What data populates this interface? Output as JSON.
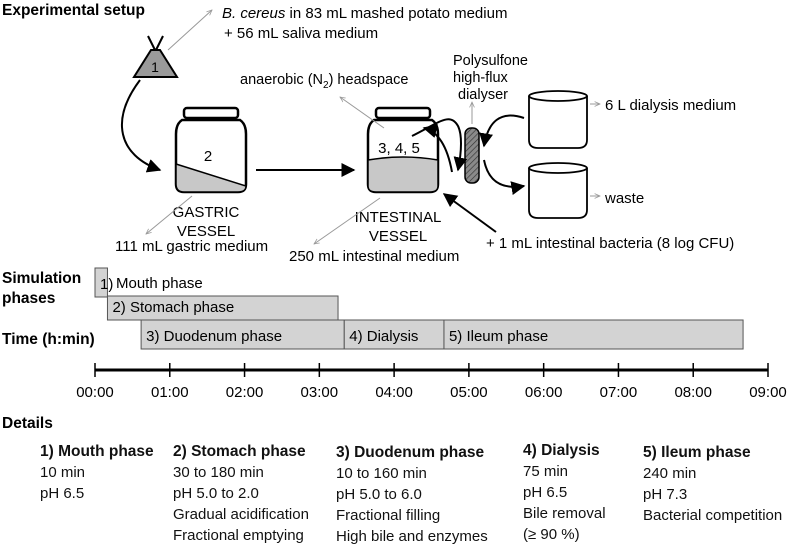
{
  "headings": {
    "setup": "Experimental setup",
    "simulation_phases_line1": "Simulation",
    "simulation_phases_line2": "phases",
    "time": "Time (h:min)",
    "details": "Details"
  },
  "setup": {
    "bacteria_line1_species": "B. cereus",
    "bacteria_line1_rest": " in 83 mL mashed potato medium",
    "bacteria_line2": "+ 56 mL saliva medium",
    "funnel_number": "1",
    "gastric_number": "2",
    "gastric_label_line1": "GASTRIC",
    "gastric_label_line2": "VESSEL",
    "gastric_medium": "111 mL gastric medium",
    "intestinal_number": "3, 4, 5",
    "intestinal_label_line1": "INTESTINAL",
    "intestinal_label_line2": "VESSEL",
    "intestinal_medium": "250 mL intestinal medium",
    "headspace_prefix": "anaerobic (N",
    "headspace_sub": "2",
    "headspace_suffix": ") headspace",
    "dialyser_line1": "Polysulfone",
    "dialyser_line2": "high-flux",
    "dialyser_line3": "dialyser",
    "dialysis_medium": "6 L dialysis medium",
    "waste": "waste",
    "intestinal_bacteria": "+ 1 mL intestinal bacteria (8 log CFU)"
  },
  "phases": [
    {
      "label": "1)",
      "start_min": 0,
      "end_min": 10
    },
    {
      "label": "2) Stomach phase",
      "start_min": 10,
      "end_min": 195
    },
    {
      "label": "3) Duodenum phase",
      "start_min": 37,
      "end_min": 200
    },
    {
      "label": "4) Dialysis",
      "start_min": 200,
      "end_min": 280
    },
    {
      "label": "5) Ileum phase",
      "start_min": 280,
      "end_min": 520
    }
  ],
  "mouth_phase_label": "Mouth phase",
  "time_ticks": [
    "00:00",
    "01:00",
    "02:00",
    "03:00",
    "04:00",
    "05:00",
    "06:00",
    "07:00",
    "08:00",
    "09:00"
  ],
  "details": [
    {
      "title": "1) Mouth phase",
      "lines": [
        "10 min",
        "pH 6.5"
      ]
    },
    {
      "title": "2) Stomach phase",
      "lines": [
        "30 to 180 min",
        "pH 5.0 to 2.0",
        "Gradual acidification",
        "Fractional emptying"
      ]
    },
    {
      "title": "3) Duodenum phase",
      "lines": [
        "10 to 160 min",
        "pH 5.0 to 6.0",
        "Fractional filling",
        "High bile and enzymes"
      ]
    },
    {
      "title": "4) Dialysis",
      "lines": [
        "75 min",
        "pH 6.5",
        "Bile removal",
        "(≥ 90 %)"
      ]
    },
    {
      "title": "5) Ileum phase",
      "lines": [
        "240 min",
        "pH 7.3",
        "Bacterial competition"
      ]
    }
  ],
  "colors": {
    "phase_fill": "#d3d3d3",
    "dialyser_fill": "#808080",
    "funnel_fill": "#9a9a9a",
    "leader_line": "#999999"
  }
}
